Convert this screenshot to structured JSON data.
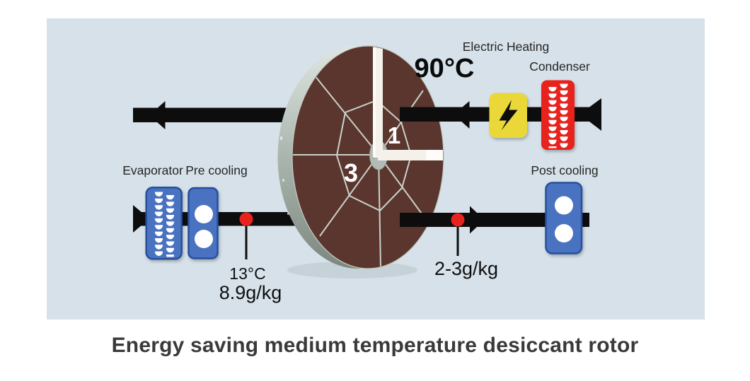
{
  "title": "Energy saving medium temperature desiccant rotor",
  "rotor": {
    "sector_1": "1",
    "sector_3": "3"
  },
  "components": {
    "electric_heating": "Electric Heating",
    "condenser": "Condenser",
    "evaporator": "Evaporator",
    "pre_cooling": "Pre cooling",
    "post_cooling": "Post cooling"
  },
  "measurements": {
    "regeneration_temperature": "90°C",
    "process_temperature": "13°C",
    "process_humidity": "8.9g/kg",
    "outlet_humidity": "2-3g/kg"
  },
  "colors": {
    "panel_bg": "#d6e1e9",
    "rotor_face": "#5b362e",
    "heater_yellow": "#e9d838",
    "condenser_red": "#e8231f",
    "marker_red": "#e8231f",
    "cooler_blue": "#4a73c1",
    "cooler_border": "#27509e",
    "arrow_black": "#0d0d0d"
  }
}
